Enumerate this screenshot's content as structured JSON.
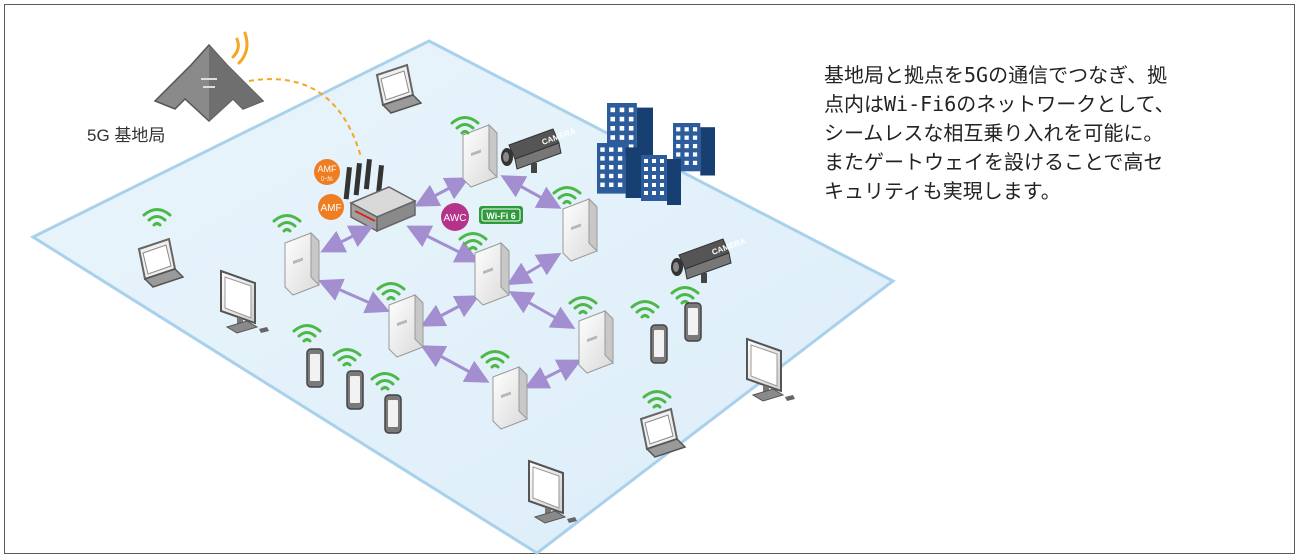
{
  "diagram": {
    "base_station_label": "5G 基地局",
    "amf_label": "AMF",
    "amf_sublabel": "ﾛｰｶﾙ",
    "awc_label": "AWC",
    "wifi6_label": "Wi-Fi 6",
    "camera_label": "CAMERA"
  },
  "description": {
    "lines": [
      "基地局と拠点を5Gの通信でつなぎ、拠",
      "点内はWi-Fi6のネットワークとして、",
      "シームレスな相互乗り入れを可能に。",
      "またゲートウェイを設けることで高セ",
      "キュリティも実現します。"
    ]
  },
  "colors": {
    "floor_fill": "#e3f1fa",
    "floor_stroke": "#a9d1ec",
    "link_arrow": "#a38fd0",
    "wifi_wave": "#4cb848",
    "signal_orange": "#f5a623",
    "amf_orange": "#ef7d22",
    "awc_magenta": "#b5338a",
    "wifi6_green": "#2e9a3c",
    "building_blue": "#1f4e8c"
  }
}
